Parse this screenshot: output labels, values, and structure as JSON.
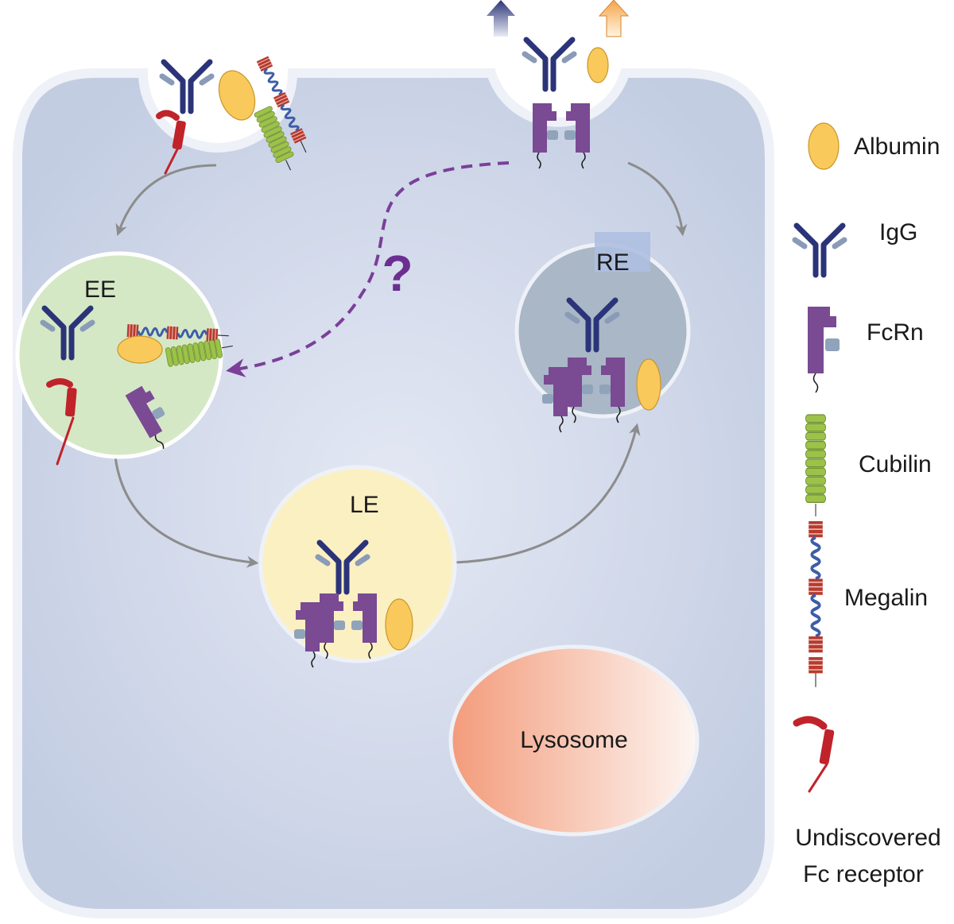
{
  "compartments": {
    "ee": "EE",
    "re": "RE",
    "le": "LE",
    "lysosome": "Lysosome"
  },
  "question_mark": "?",
  "legend": {
    "albumin": "Albumin",
    "igg": "IgG",
    "fcrn": "FcRn",
    "cubilin": "Cubilin",
    "megalin": "Megalin",
    "fc_receptor_line1": "Undiscovered",
    "fc_receptor_line2": "Fc receptor"
  },
  "colors": {
    "cell_fill": "#c9d3e6",
    "cell_border": "#eef1f7",
    "igg": "#2b3478",
    "igg_light": "#8a9bb8",
    "fcrn": "#7a4a93",
    "fcrn_light": "#8fa3bb",
    "albumin": "#f9c95c",
    "cubilin": "#9cc24a",
    "megalin": "#b83a2e",
    "fc_receptor": "#c0232a",
    "ee_fill": "#d5e8c6",
    "re_fill": "#a9b7c7",
    "le_fill": "#fbf0c2",
    "lysosome_start": "#f3a283",
    "lysosome_end": "#fdf2ec",
    "arrow_gray": "#8c8c8c",
    "dashed_purple": "#7b3f99"
  }
}
